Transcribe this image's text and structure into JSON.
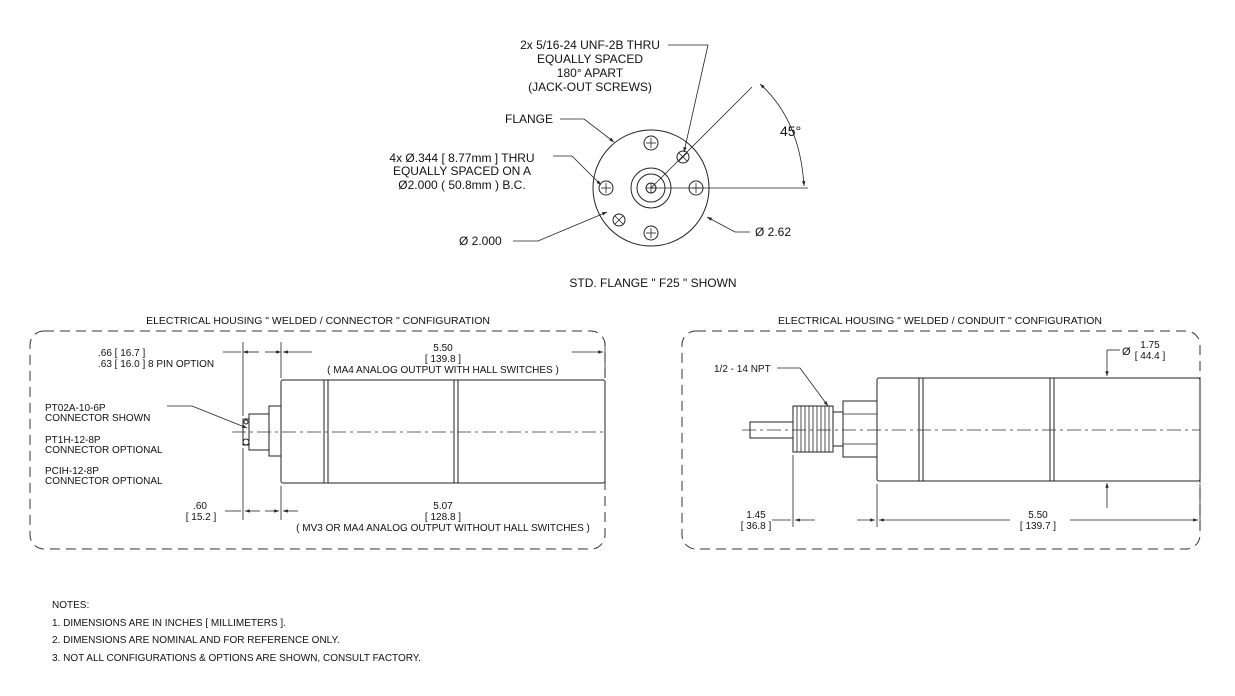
{
  "flange": {
    "thread_callout": [
      "2x 5/16-24 UNF-2B THRU",
      "EQUALLY SPACED",
      "180° APART",
      "(JACK-OUT SCREWS)"
    ],
    "flange_label": "FLANGE",
    "hole_callout": [
      "4x Ø.344 [ 8.77mm ] THRU",
      "EQUALLY SPACED ON A",
      "Ø2.000 ( 50.8mm ) B.C."
    ],
    "angle": "45°",
    "dia_inner": "Ø 2.000",
    "dia_outer": "Ø 2.62",
    "caption": "STD. FLANGE \" F25 \" SHOWN"
  },
  "connector_view": {
    "title": "ELECTRICAL HOUSING \" WELDED / CONNECTOR \" CONFIGURATION",
    "top_left_dim": [
      ".66  [ 16.7 ]",
      ".63  [ 16.0 ]  8 PIN OPTION"
    ],
    "top_len": [
      "5.50",
      "[ 139.8 ]",
      "( MA4 ANALOG  OUTPUT WITH HALL SWITCHES )"
    ],
    "connectors": [
      [
        "PT02A-10-6P",
        "CONNECTOR SHOWN"
      ],
      [
        "PT1H-12-8P",
        "CONNECTOR OPTIONAL"
      ],
      [
        "PCIH-12-8P",
        "CONNECTOR OPTIONAL"
      ]
    ],
    "bottom_left_dim": [
      ".60",
      "[ 15.2 ]"
    ],
    "bottom_len": [
      "5.07",
      "[ 128.8 ]",
      "( MV3 OR MA4  ANALOG  OUTPUT WITHOUT HALL SWITCHES )"
    ]
  },
  "conduit_view": {
    "title": "ELECTRICAL HOUSING \" WELDED / CONDUIT \" CONFIGURATION",
    "npt": "1/2 - 14 NPT",
    "dia": [
      "Ø",
      "1.75",
      "[ 44.4 ]"
    ],
    "left_dim": [
      "1.45",
      "[ 36.8 ]"
    ],
    "len": [
      "5.50",
      "[ 139.7 ]"
    ]
  },
  "notes": {
    "heading": "NOTES:",
    "items": [
      "1. DIMENSIONS ARE IN INCHES [ MILLIMETERS ].",
      "2. DIMENSIONS ARE NOMINAL AND FOR REFERENCE ONLY.",
      "3. NOT ALL CONFIGURATIONS & OPTIONS ARE SHOWN, CONSULT FACTORY."
    ]
  }
}
